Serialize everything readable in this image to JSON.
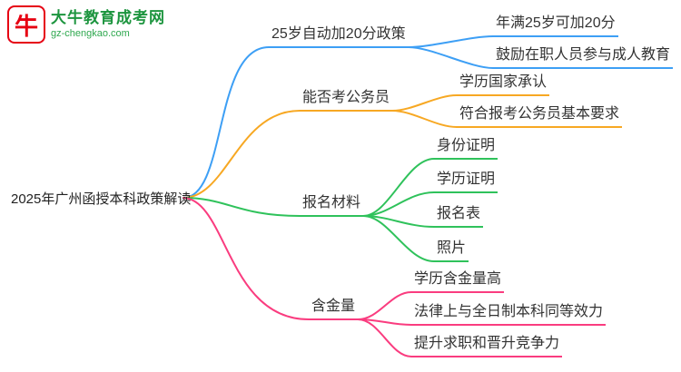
{
  "logo": {
    "title": "大牛教育成考网",
    "subtitle": "gz-chengkao.com",
    "icon_glyph": "牛",
    "icon_color": "#e60012",
    "text_color": "#1d953f"
  },
  "root": {
    "label": "2025年广州函授本科政策解读"
  },
  "branches": [
    {
      "label": "25岁自动加20分政策",
      "color": "#3d9ff5",
      "children": [
        "年满25岁可加20分",
        "鼓励在职人员参与成人教育"
      ]
    },
    {
      "label": "能否考公务员",
      "color": "#f7a823",
      "children": [
        "学历国家承认",
        "符合报考公务员基本要求"
      ]
    },
    {
      "label": "报名材料",
      "color": "#2fc25b",
      "children": [
        "身份证明",
        "学历证明",
        "报名表",
        "照片"
      ]
    },
    {
      "label": "含金量",
      "color": "#fa3c7f",
      "children": [
        "学历含金量高",
        "法律上与全日制本科同等效力",
        "提升求职和晋升竞争力"
      ]
    }
  ]
}
